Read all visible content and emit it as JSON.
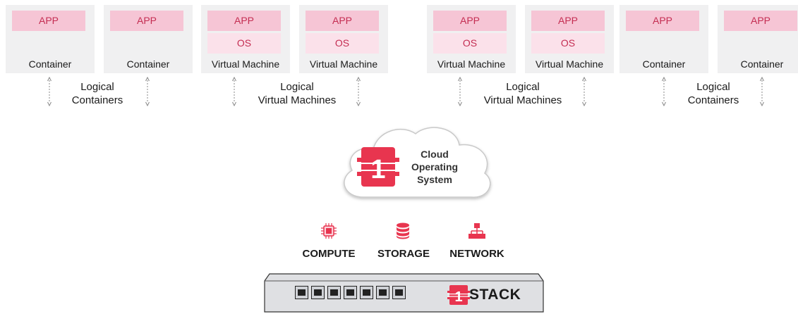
{
  "boxes": [
    {
      "app": "APP",
      "os": "",
      "caption": "Container"
    },
    {
      "app": "APP",
      "os": "",
      "caption": "Container"
    },
    {
      "app": "APP",
      "os": "OS",
      "caption": "Virtual Machine"
    },
    {
      "app": "APP",
      "os": "OS",
      "caption": "Virtual Machine"
    },
    {
      "app": "APP",
      "os": "OS",
      "caption": "Virtual Machine"
    },
    {
      "app": "APP",
      "os": "OS",
      "caption": "Virtual Machine"
    },
    {
      "app": "APP",
      "os": "",
      "caption": "Container"
    },
    {
      "app": "APP",
      "os": "",
      "caption": "Container"
    }
  ],
  "groups": [
    {
      "line1": "Logical",
      "line2": "Containers"
    },
    {
      "line1": "Logical",
      "line2": "Virtual Machines"
    },
    {
      "line1": "Logical",
      "line2": "Virtual Machines"
    },
    {
      "line1": "Logical",
      "line2": "Containers"
    }
  ],
  "cloud": {
    "line1": "Cloud",
    "line2": "Operating",
    "line3": "System",
    "logo_number": "1"
  },
  "resources": {
    "compute": {
      "label": "COMPUTE",
      "icon": "chip-icon"
    },
    "storage": {
      "label": "STORAGE",
      "icon": "database-icon"
    },
    "network": {
      "label": "NETWORK",
      "icon": "network-icon"
    }
  },
  "server": {
    "brand_number": "1",
    "brand_text": "STACK",
    "port_count": 7
  },
  "colors": {
    "accent": "#e8354f",
    "app_fill": "#f6c5d5",
    "os_fill": "#fbe1ea",
    "box_fill": "#f0f0f1",
    "server_fill": "#dfe0e3"
  }
}
